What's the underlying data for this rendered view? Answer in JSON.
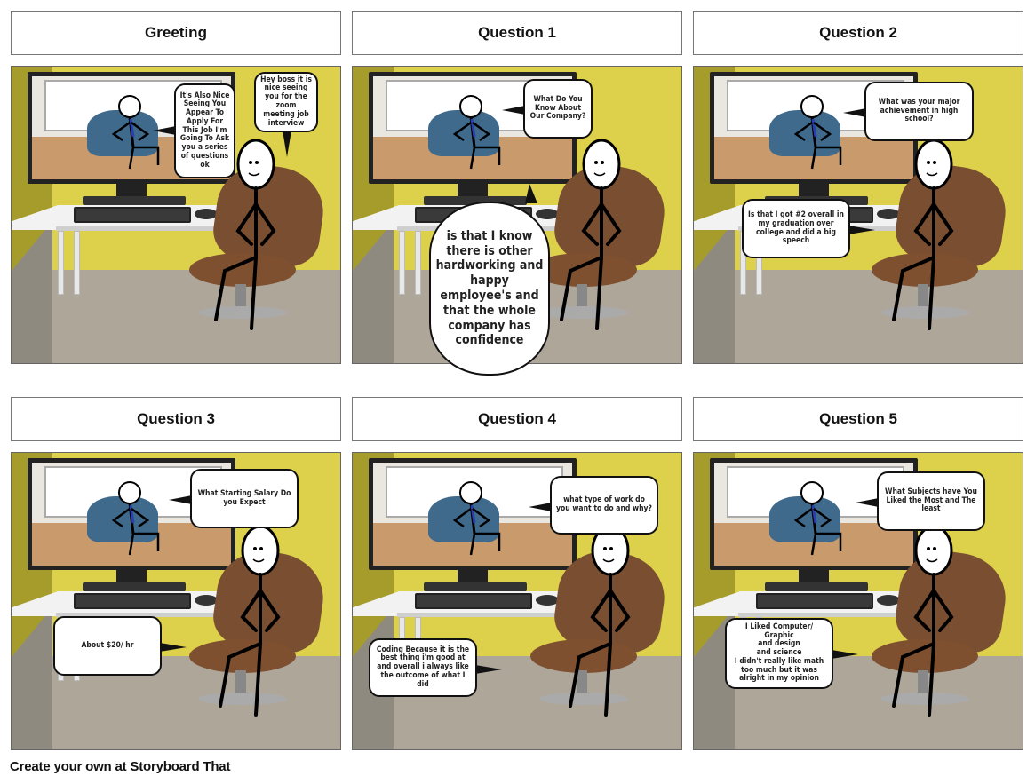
{
  "panels": [
    {
      "title": "Greeting",
      "bubbles": [
        "It's Also Nice Seeing You Appear To Apply For This Job I'm Going To Ask you a series of questions ok",
        "Hey boss it is nice seeing you for the zoom meeting job interview"
      ]
    },
    {
      "title": "Question 1",
      "bubbles": [
        "What Do You Know About Our Company?",
        "is that I know there is other hardworking and happy employee's and that the whole company has confidence"
      ]
    },
    {
      "title": "Question 2",
      "bubbles": [
        "What was your major achievement in high school?",
        "Is that I got #2 overall in my graduation over college and did a big speech"
      ]
    },
    {
      "title": "Question 3",
      "bubbles": [
        "What Starting Salary Do you Expect",
        "About $20/ hr"
      ]
    },
    {
      "title": "Question 4",
      "bubbles": [
        "what type of work do you want to do and why?",
        "Coding Because it is the best thing i'm good at and overall i always like the outcome of what I did"
      ]
    },
    {
      "title": "Question 5",
      "bubbles": [
        "What Subjects have You Liked the Most and The least",
        "I Liked Computer/ Graphic\nand design\nand science\nI didn't really like math too much but it was alright in my opinion"
      ]
    }
  ],
  "footer": "Create your own at Storyboard That",
  "colors": {
    "wall": "#ddd04a",
    "chair": "#7a4e30",
    "floor": "#afa69a"
  }
}
